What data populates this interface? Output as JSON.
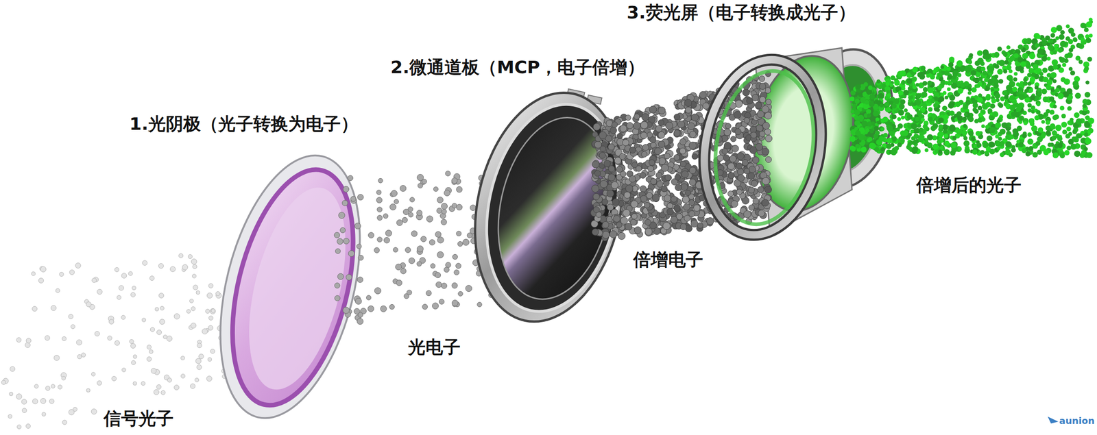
{
  "diagram": {
    "labels": [
      "3.荧光屏（电子转换成光子）",
      "2.微通道板（MCP，电子倍增）",
      "1.光阴极（光子转换为电子）",
      "倍增后的光子",
      "倍增电子",
      "光电子",
      "信号光子",
      "aunion"
    ]
  }
}
